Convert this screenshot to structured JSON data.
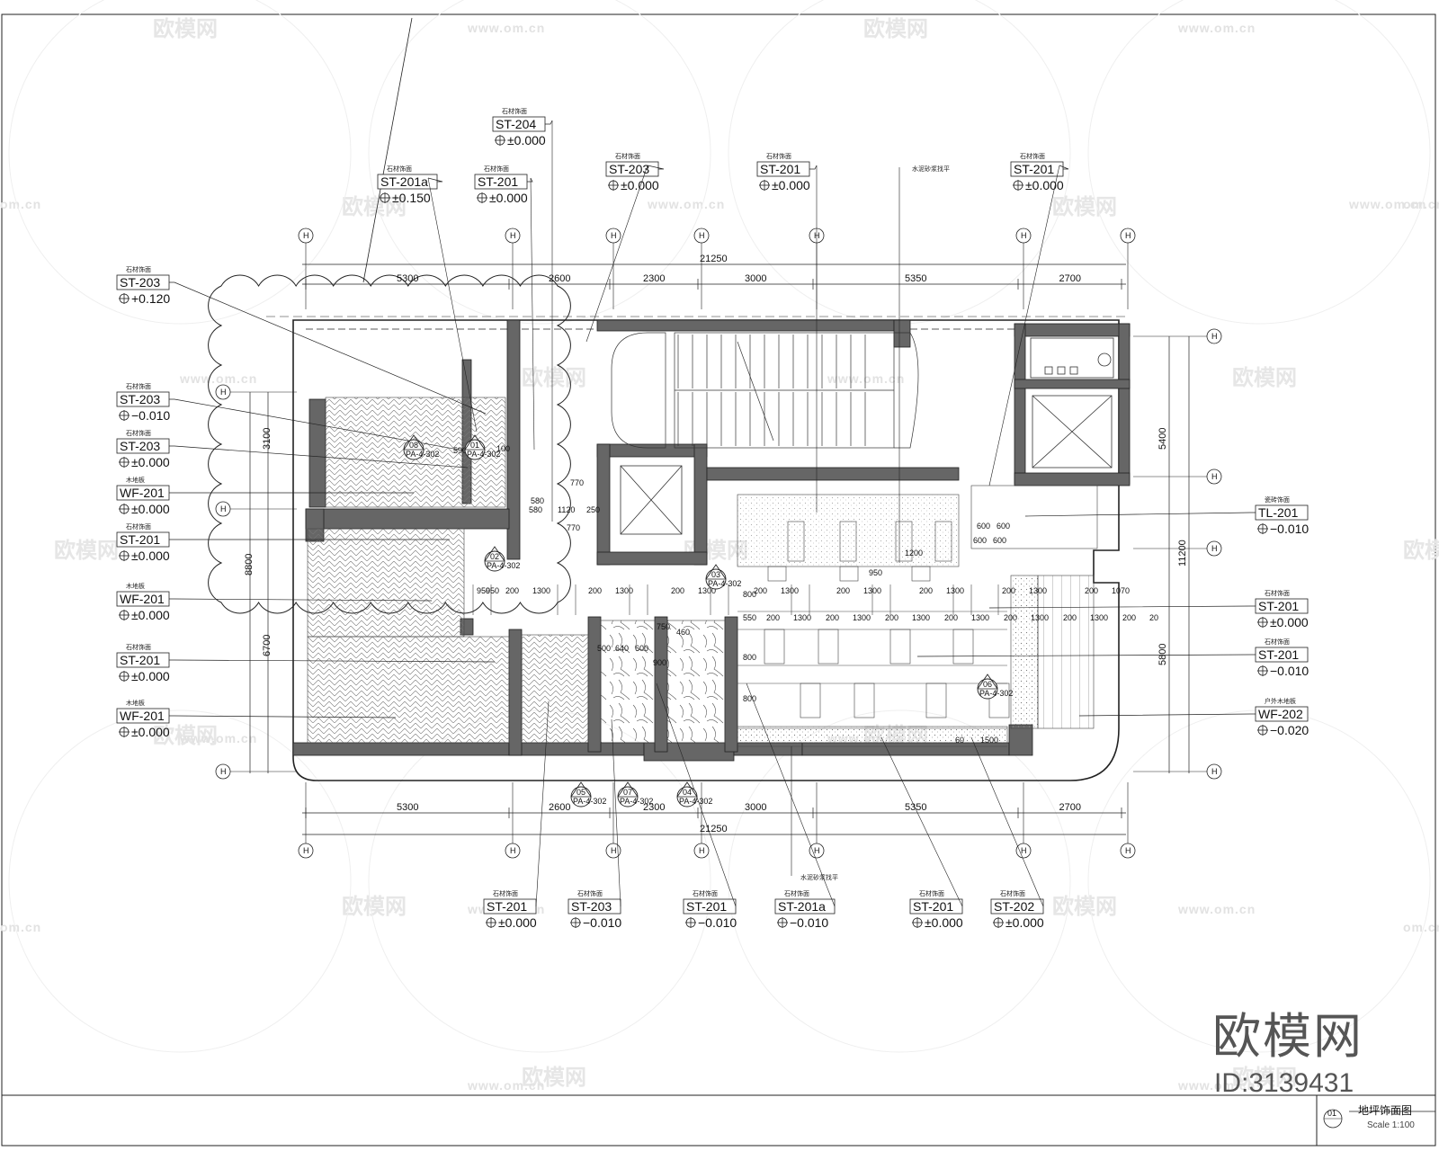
{
  "drawing": {
    "title": "地坪饰面图",
    "scale": "Scale 1:100",
    "index": "01"
  },
  "brand": {
    "name": "欧模网",
    "id": "ID:3139431"
  },
  "watermark": {
    "logo": "欧模网",
    "url": "www.om.cn",
    "url_short": "om.cn"
  },
  "dims": {
    "total": "21250",
    "top_segments": [
      "5300",
      "2600",
      "2300",
      "3000",
      "5350",
      "2700"
    ],
    "bottom_segments": [
      "5300",
      "2600",
      "2300",
      "3000",
      "5350",
      "2700"
    ],
    "left": [
      "3100",
      "6700",
      "8800"
    ],
    "right": [
      "5400",
      "11200",
      "5800"
    ],
    "floor_row1": [
      "950",
      "200",
      "1300",
      "200",
      "1300",
      "200",
      "1300",
      "200",
      "1300",
      "200",
      "1300",
      "200",
      "1300",
      "200",
      "1300",
      "200",
      "1070"
    ],
    "floor_row2": [
      "550",
      "200",
      "1300",
      "200",
      "1300",
      "200",
      "1300",
      "200",
      "1300",
      "200",
      "1300",
      "200",
      "1300",
      "200",
      "20"
    ],
    "misc": [
      "1200",
      "1120",
      "250",
      "770",
      "770",
      "600",
      "600",
      "600",
      "600",
      "1500",
      "60",
      "800",
      "800",
      "800",
      "460",
      "500",
      "640",
      "600",
      "750",
      "900",
      "580",
      "590",
      "100",
      "950",
      "950",
      "580"
    ]
  },
  "tags": {
    "top": [
      {
        "code": "ST-204",
        "elev": "±0.000",
        "cap": "石材饰面"
      },
      {
        "code": "ST-201a",
        "elev": "±0.150",
        "cap": "石材饰面"
      },
      {
        "code": "ST-201",
        "elev": "±0.000",
        "cap": "石材饰面"
      },
      {
        "code": "ST-203",
        "elev": "±0.000",
        "cap": "石材饰面"
      },
      {
        "code": "ST-201",
        "elev": "±0.000",
        "cap": "石材饰面"
      },
      {
        "code": "ST-201",
        "elev": "±0.000",
        "cap": "石材饰面"
      }
    ],
    "top_note": "水泥砂浆找平",
    "left": [
      {
        "code": "ST-203",
        "elev": "+0.120",
        "cap": "石材饰面"
      },
      {
        "code": "ST-203",
        "elev": "−0.010",
        "cap": "石材饰面"
      },
      {
        "code": "ST-203",
        "elev": "±0.000",
        "cap": "石材饰面"
      },
      {
        "code": "WF-201",
        "elev": "±0.000",
        "cap": "木地板"
      },
      {
        "code": "ST-201",
        "elev": "±0.000",
        "cap": "石材饰面"
      },
      {
        "code": "WF-201",
        "elev": "±0.000",
        "cap": "木地板"
      },
      {
        "code": "ST-201",
        "elev": "±0.000",
        "cap": "石材饰面"
      },
      {
        "code": "WF-201",
        "elev": "±0.000",
        "cap": "木地板"
      }
    ],
    "right": [
      {
        "code": "TL-201",
        "elev": "−0.010",
        "cap": "瓷砖饰面"
      },
      {
        "code": "ST-201",
        "elev": "±0.000",
        "cap": "石材饰面"
      },
      {
        "code": "ST-201",
        "elev": "−0.010",
        "cap": "石材饰面"
      },
      {
        "code": "WF-202",
        "elev": "−0.020",
        "cap": "户外木地板"
      }
    ],
    "bottom": [
      {
        "code": "ST-201",
        "elev": "±0.000",
        "cap": "石材饰面"
      },
      {
        "code": "ST-203",
        "elev": "−0.010",
        "cap": "石材饰面"
      },
      {
        "code": "ST-201",
        "elev": "−0.010",
        "cap": "石材饰面"
      },
      {
        "code": "ST-201a",
        "elev": "−0.010",
        "cap": "石材饰面"
      },
      {
        "code": "ST-201",
        "elev": "±0.000",
        "cap": "石材饰面"
      },
      {
        "code": "ST-202",
        "elev": "±0.000",
        "cap": "石材饰面"
      }
    ],
    "bottom_note": "水泥砂浆找平"
  },
  "grid": {
    "label": "H"
  },
  "sections": [
    "08",
    "01",
    "02",
    "03",
    "05",
    "07",
    "04",
    "06"
  ],
  "section_sheet": "PA-4-302"
}
